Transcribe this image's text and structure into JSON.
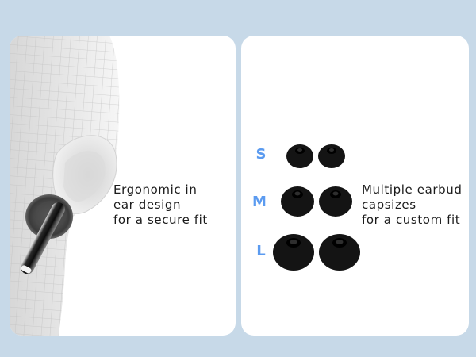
{
  "colors": {
    "background": "#c7d9e8",
    "card": "#ffffff",
    "size_label": "#5b9bf0",
    "caption_text": "#1a1a1a",
    "ear_tip": "#141414"
  },
  "left_panel": {
    "illustration": "ear-with-earbud",
    "caption": "Ergonomic in\near design\nfor a secure fit"
  },
  "right_panel": {
    "sizes": [
      {
        "label": "S",
        "icon": "ear-tip-small"
      },
      {
        "label": "M",
        "icon": "ear-tip-medium"
      },
      {
        "label": "L",
        "icon": "ear-tip-large"
      }
    ],
    "caption": "Multiple earbud\ncapsizes\nfor a custom fit"
  }
}
